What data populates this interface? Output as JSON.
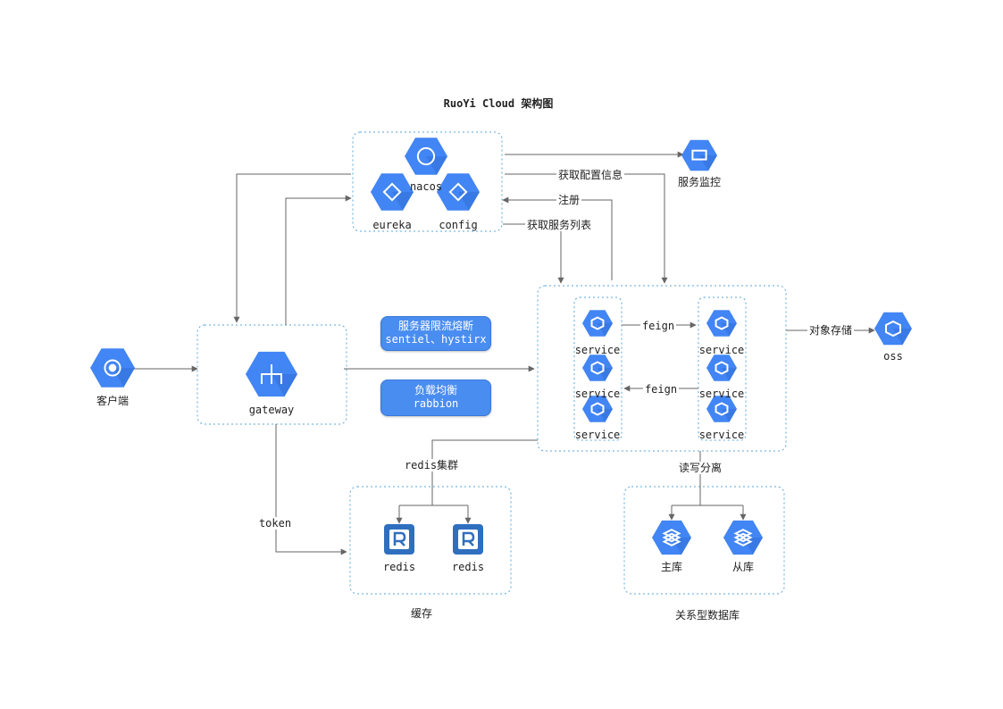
{
  "title": "RuoYi Cloud 架构图",
  "colors": {
    "hex_fill": "#4285f4",
    "hex_dark": "#2d6bd0",
    "edge": "#666666",
    "box_border": "#5aa6d8",
    "pill": "#4a8df0"
  },
  "nodes": {
    "client": "客户端",
    "nacos": "nacos",
    "eureka": "eureka",
    "config": "config",
    "monitor": "服务监控",
    "gateway": "gateway",
    "service1": "service",
    "service2": "service",
    "service3": "service",
    "service4": "service",
    "service5": "service",
    "service6": "service",
    "oss": "oss",
    "redis1": "redis",
    "redis2": "redis",
    "master_db": "主库",
    "slave_db": "从库"
  },
  "pills": {
    "limit_line1": "服务器限流熔断",
    "limit_line2": "sentiel、hystirx",
    "lb_line1": "负载均衡",
    "lb_line2": "rabbion"
  },
  "edges": {
    "get_config": "获取配置信息",
    "register": "注册",
    "get_service_list": "获取服务列表",
    "feign_right": "feign",
    "feign_left": "feign",
    "object_storage": "对象存储",
    "token": "token",
    "redis_cluster": "redis集群",
    "read_write_split": "读写分离"
  },
  "groups": {
    "cache": "缓存",
    "rdb": "关系型数据库"
  }
}
